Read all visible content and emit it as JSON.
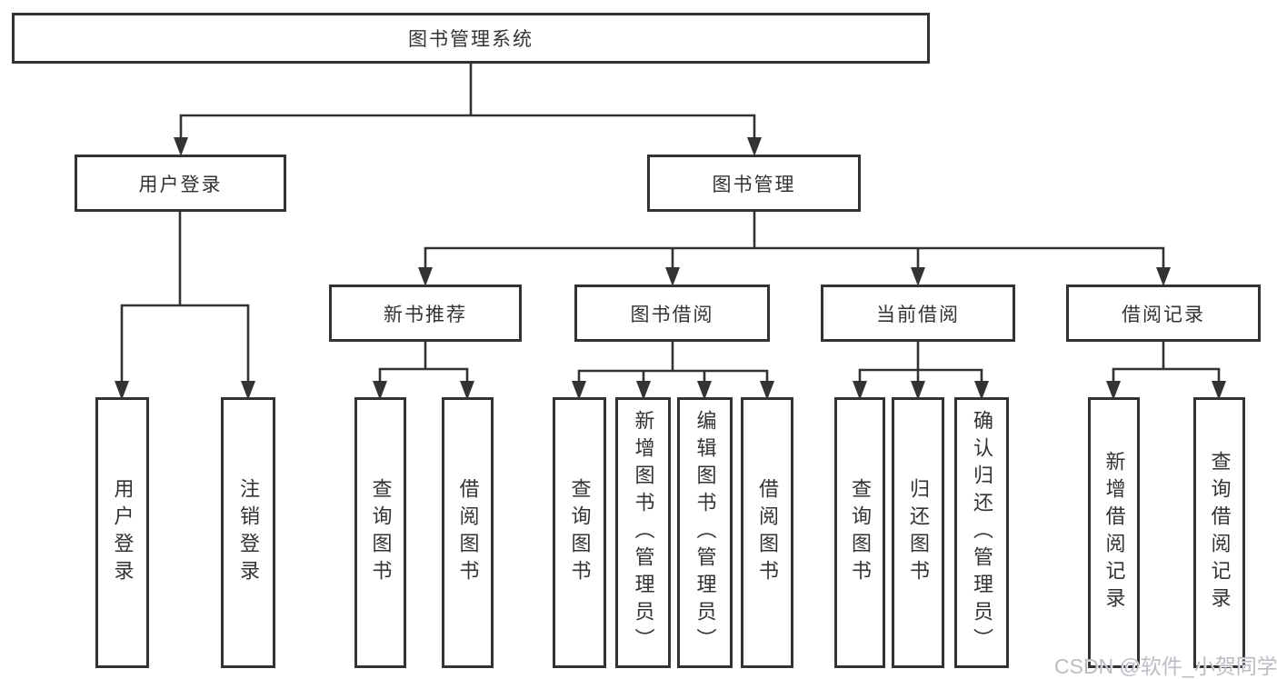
{
  "diagram_type": "hierarchy",
  "tree": {
    "label": "图书管理系统",
    "children": [
      {
        "label": "用户登录",
        "children": [
          {
            "label": "用户登录"
          },
          {
            "label": "注销登录"
          }
        ]
      },
      {
        "label": "图书管理",
        "children": [
          {
            "label": "新书推荐",
            "children": [
              {
                "label": "查询图书"
              },
              {
                "label": "借阅图书"
              }
            ]
          },
          {
            "label": "图书借阅",
            "children": [
              {
                "label": "查询图书"
              },
              {
                "label": "新增图书（管理员）"
              },
              {
                "label": "编辑图书（管理员）"
              },
              {
                "label": "借阅图书"
              }
            ]
          },
          {
            "label": "当前借阅",
            "children": [
              {
                "label": "查询图书"
              },
              {
                "label": "归还图书"
              },
              {
                "label": "确认归还（管理员）"
              }
            ]
          },
          {
            "label": "借阅记录",
            "children": [
              {
                "label": "新增借阅记录"
              },
              {
                "label": "查询借阅记录"
              }
            ]
          }
        ]
      }
    ]
  },
  "watermark": "CSDN @软件_小贺同学",
  "colors": {
    "line": "#333333",
    "box_border": "#333333",
    "text": "#333333",
    "background": "#ffffff",
    "watermark": "#b6bbc1"
  }
}
